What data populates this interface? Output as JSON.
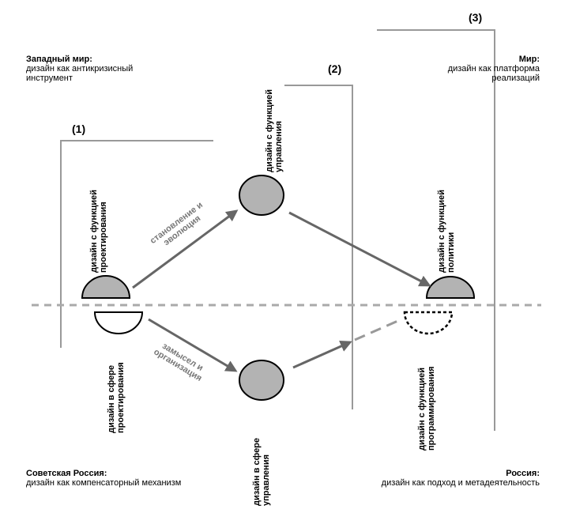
{
  "regions": {
    "west": {
      "title": "Западный мир:",
      "lines": [
        "дизайн как антикризисный",
        "инструмент"
      ]
    },
    "world": {
      "title": "Мир:",
      "lines": [
        "дизайн как платформа",
        "реализаций"
      ]
    },
    "soviet": {
      "title": "Советская Россия:",
      "lines": [
        "дизайн как компенсаторный механизм"
      ]
    },
    "russia": {
      "title": "Россия:",
      "lines": [
        "дизайн как подход и метадеятельность"
      ]
    }
  },
  "stages": [
    "(1)",
    "(2)",
    "(3)"
  ],
  "nodes": {
    "design_func_project": [
      "дизайн с функцией",
      "проектирования"
    ],
    "design_sphere_project": [
      "дизайн в сфере",
      "проектирования"
    ],
    "design_func_manage": [
      "дизайн с функцией",
      "управления"
    ],
    "design_sphere_manage": [
      "дизайн в сфере",
      "управления"
    ],
    "design_func_policy": [
      "дизайн с функцией",
      "политики"
    ],
    "design_func_program": [
      "дизайн с функцией",
      "программирования"
    ]
  },
  "arrows": {
    "formation": [
      "становление и",
      "эволюция"
    ],
    "concept": [
      "замысел и",
      "организация"
    ]
  },
  "colors": {
    "fill": "#b3b3b3",
    "line": "#666666",
    "frame": "#999999",
    "dash": "#aaaaaa",
    "stroke": "#000000"
  }
}
